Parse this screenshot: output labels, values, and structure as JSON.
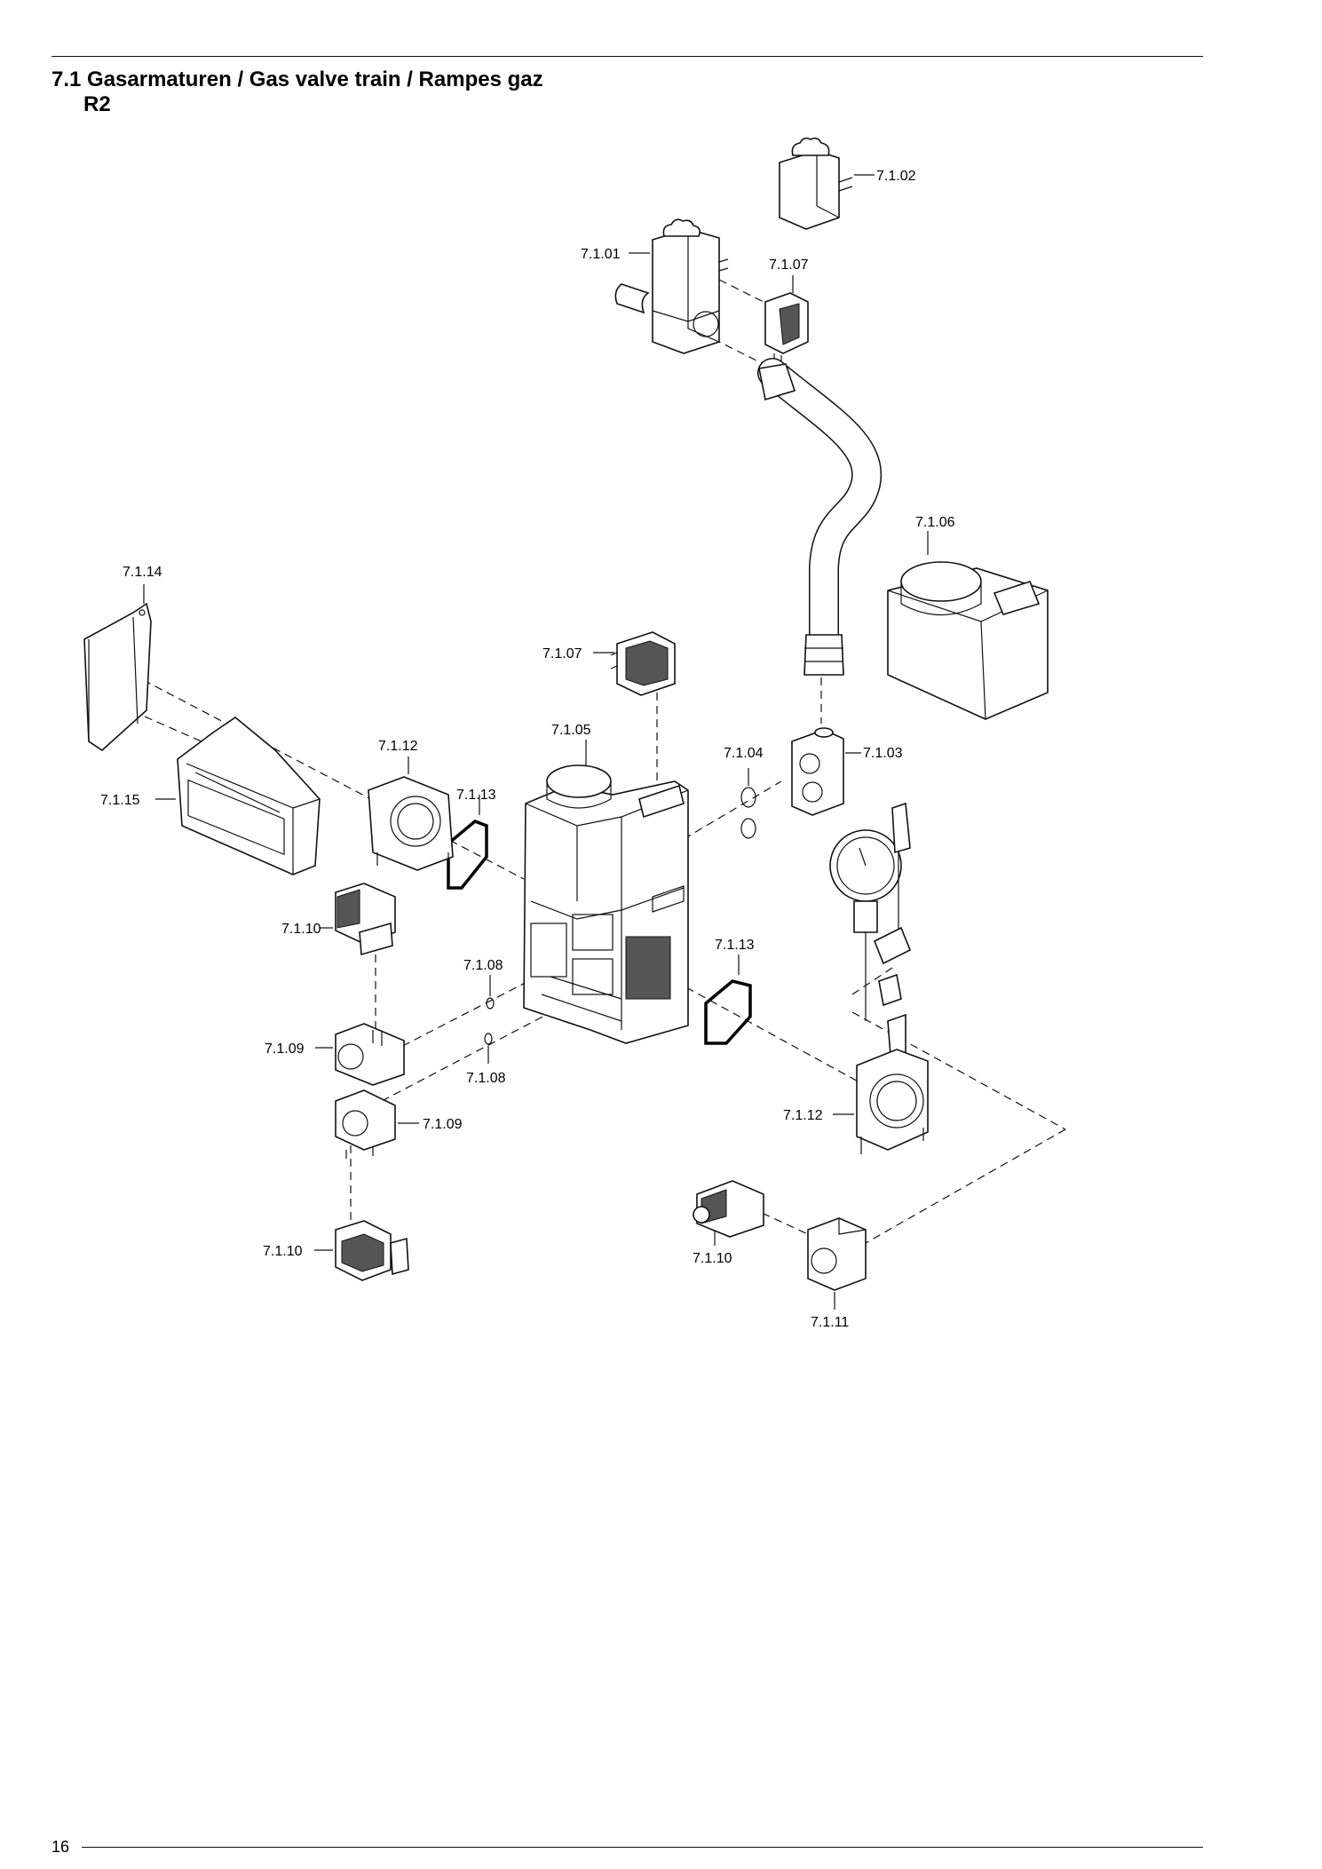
{
  "header": {
    "title_line1": "7.1 Gasarmaturen / Gas valve train / Rampes gaz",
    "title_line2": "R2"
  },
  "footer": {
    "page_number": "16"
  },
  "parts": {
    "p7_1_01": "7.1.01",
    "p7_1_02": "7.1.02",
    "p7_1_03": "7.1.03",
    "p7_1_04": "7.1.04",
    "p7_1_05": "7.1.05",
    "p7_1_06": "7.1.06",
    "p7_1_07a": "7.1.07",
    "p7_1_07b": "7.1.07",
    "p7_1_08a": "7.1.08",
    "p7_1_08b": "7.1.08",
    "p7_1_09a": "7.1.09",
    "p7_1_09b": "7.1.09",
    "p7_1_10a": "7.1.10",
    "p7_1_10b": "7.1.10",
    "p7_1_10c": "7.1.10",
    "p7_1_11": "7.1.11",
    "p7_1_12a": "7.1.12",
    "p7_1_12b": "7.1.12",
    "p7_1_13a": "7.1.13",
    "p7_1_13b": "7.1.13",
    "p7_1_14": "7.1.14",
    "p7_1_15": "7.1.15"
  }
}
